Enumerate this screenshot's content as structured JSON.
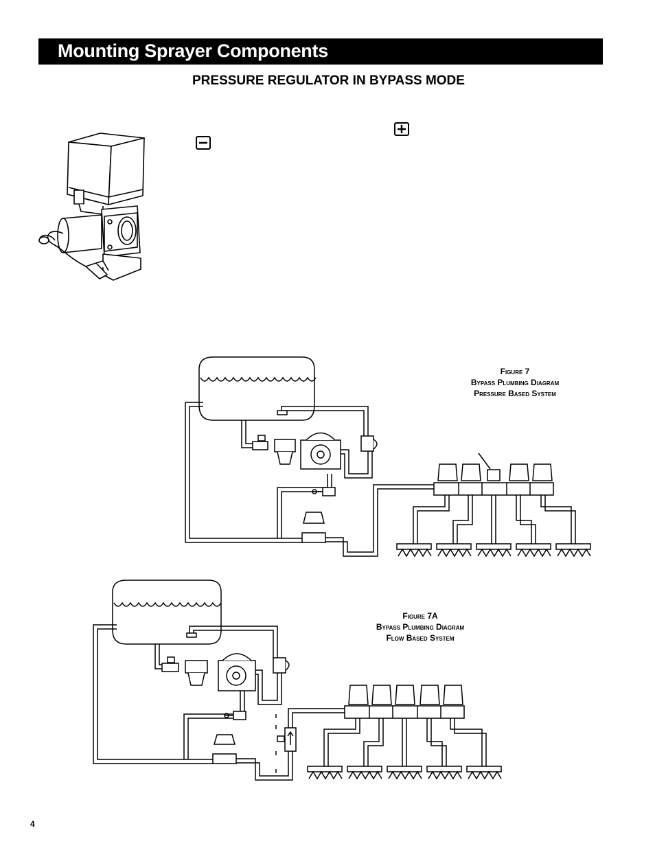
{
  "header": {
    "title": "Mounting Sprayer Components"
  },
  "section": {
    "heading": "PRESSURE REGULATOR IN BYPASS MODE"
  },
  "symbols": {
    "plus": "plus-box-icon",
    "minus": "minus-box-icon"
  },
  "figure7": {
    "number": "Figure 7",
    "line1": "Bypass Plumbing Diagram",
    "line2": "Pressure Based System"
  },
  "figure7a": {
    "number": "Figure 7A",
    "line1": "Bypass Plumbing Diagram",
    "line2": "Flow Based System"
  },
  "footer": {
    "page_number": "4"
  }
}
